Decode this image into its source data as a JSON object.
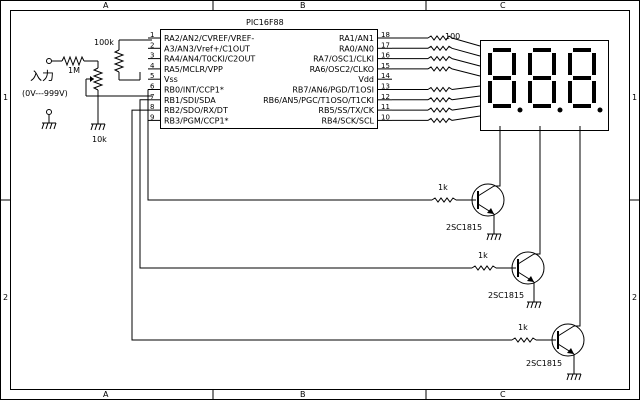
{
  "frame": {
    "col_labels": [
      "A",
      "B",
      "C"
    ],
    "row_labels": [
      "1",
      "2"
    ]
  },
  "mcu": {
    "name": "PIC16F88",
    "left_pins": [
      {
        "num": "1",
        "label": "RA2/AN2/CVREF/VREF-"
      },
      {
        "num": "2",
        "label": "A3/AN3/Vref+/C1OUT"
      },
      {
        "num": "3",
        "label": "RA4/AN4/T0CKI/C2OUT"
      },
      {
        "num": "4",
        "label": "RA5/MCLR/VPP"
      },
      {
        "num": "5",
        "label": "Vss"
      },
      {
        "num": "6",
        "label": "RB0/INT/CCP1*"
      },
      {
        "num": "7",
        "label": "RB1/SDI/SDA"
      },
      {
        "num": "8",
        "label": "RB2/SDO/RX/DT"
      },
      {
        "num": "9",
        "label": "RB3/PGM/CCP1*"
      }
    ],
    "right_pins": [
      {
        "num": "18",
        "label": "RA1/AN1"
      },
      {
        "num": "17",
        "label": "RA0/AN0"
      },
      {
        "num": "16",
        "label": "RA7/OSC1/CLKI"
      },
      {
        "num": "15",
        "label": "RA6/OSC2/CLKO"
      },
      {
        "num": "14",
        "label": "Vdd"
      },
      {
        "num": "13",
        "label": "RB7/AN6/PGD/T1OSI"
      },
      {
        "num": "12",
        "label": "RB6/AN5/PGC/T1OSO/T1CKI"
      },
      {
        "num": "11",
        "label": "RB5/SS/TX/CK"
      },
      {
        "num": "10",
        "label": "RB4/SCK/SCL"
      }
    ]
  },
  "input": {
    "title": "入力",
    "range": "(0V---999V)",
    "r_series": "1M",
    "r_pullup": "100k",
    "pot": "10k"
  },
  "segment_resistor": "100",
  "display": {
    "digits": [
      8,
      8,
      8
    ]
  },
  "drivers": [
    {
      "resistor": "1k",
      "transistor": "2SC1815"
    },
    {
      "resistor": "1k",
      "transistor": "2SC1815"
    },
    {
      "resistor": "1k",
      "transistor": "2SC1815"
    }
  ]
}
